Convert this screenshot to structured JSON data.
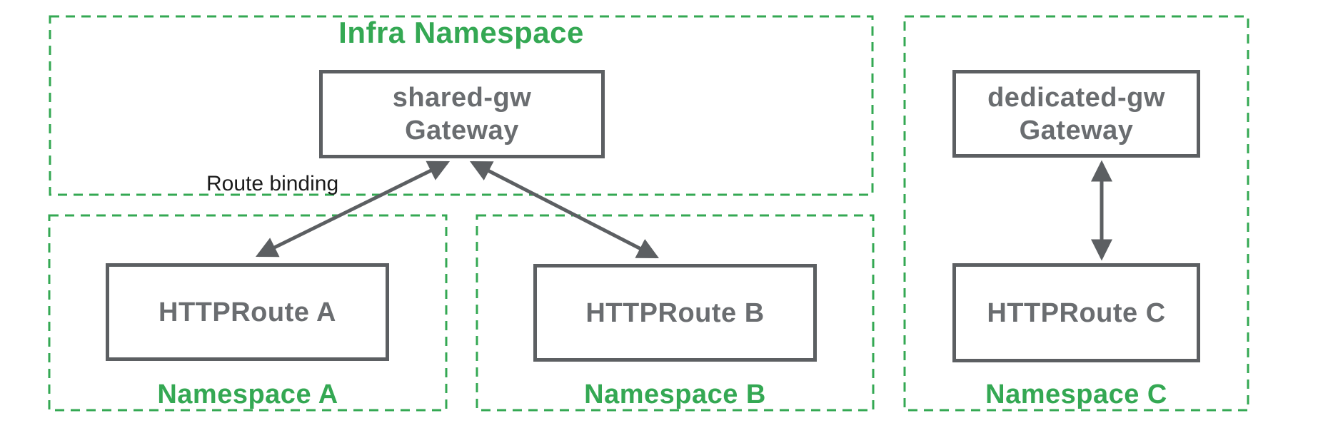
{
  "infra": {
    "title": "Infra Namespace",
    "gateway": {
      "name": "shared-gw",
      "kind": "Gateway"
    }
  },
  "ns_a": {
    "title": "Namespace A",
    "route": "HTTPRoute A"
  },
  "ns_b": {
    "title": "Namespace B",
    "route": "HTTPRoute B"
  },
  "ns_c": {
    "title": "Namespace C",
    "gateway": {
      "name": "dedicated-gw",
      "kind": "Gateway"
    },
    "route": "HTTPRoute C"
  },
  "edge_label": "Route binding",
  "colors": {
    "namespace_green": "#34A853",
    "node_border_gray": "#5C5F62",
    "node_text_gray": "#6A6D70",
    "edge_label_black": "#1B1B1B"
  }
}
